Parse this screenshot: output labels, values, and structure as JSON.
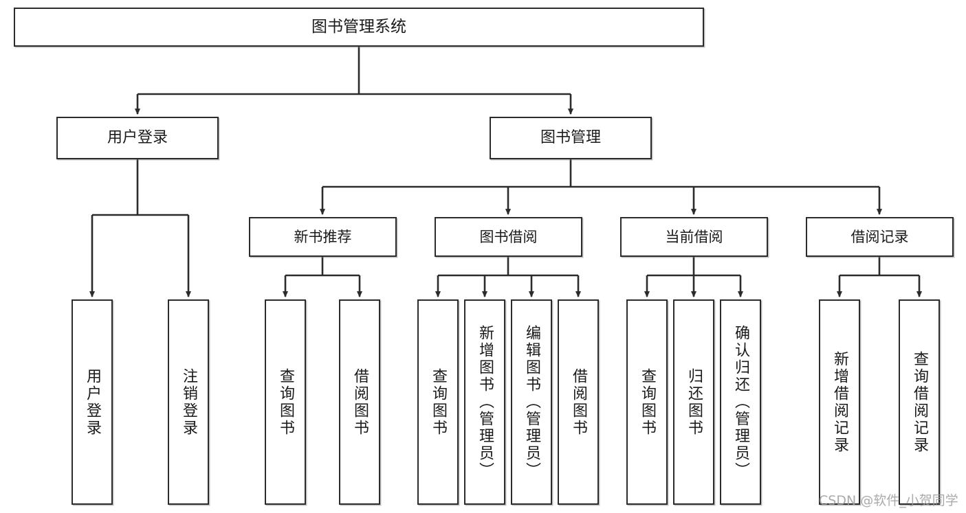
{
  "diagram": {
    "type": "tree-hierarchy",
    "title": "图书管理系统",
    "watermark": "CSDN @软件_小贺同学",
    "colors": {
      "box_border": "#2b2b2b",
      "box_fill": "#ffffff",
      "connector": "#2b2b2b",
      "text": "#1a1a1a",
      "background": "#ffffff",
      "watermark": "#9c9c9c"
    },
    "root": {
      "id": "root",
      "label": "图书管理系统",
      "level": 0
    },
    "level1": [
      {
        "id": "user-login",
        "label": "用户登录",
        "level": 1
      },
      {
        "id": "book-management",
        "label": "图书管理",
        "level": 1
      }
    ],
    "level2": [
      {
        "id": "new-book-recommend",
        "label": "新书推荐",
        "level": 2,
        "parent": "book-management"
      },
      {
        "id": "book-borrow",
        "label": "图书借阅",
        "level": 2,
        "parent": "book-management"
      },
      {
        "id": "current-borrow",
        "label": "当前借阅",
        "level": 2,
        "parent": "book-management"
      },
      {
        "id": "borrow-record",
        "label": "借阅记录",
        "level": 2,
        "parent": "book-management"
      }
    ],
    "leaves": [
      {
        "id": "leaf-user-login",
        "label": "用户登录",
        "parent": "user-login"
      },
      {
        "id": "leaf-logout-login",
        "label": "注销登录",
        "parent": "user-login"
      },
      {
        "id": "leaf-query-book-1",
        "label": "查询图书",
        "parent": "new-book-recommend"
      },
      {
        "id": "leaf-borrow-book-1",
        "label": "借阅图书",
        "parent": "new-book-recommend"
      },
      {
        "id": "leaf-query-book-2",
        "label": "查询图书",
        "parent": "book-borrow"
      },
      {
        "id": "leaf-add-book",
        "label": "新增图书（管理员）",
        "parent": "book-borrow"
      },
      {
        "id": "leaf-edit-book",
        "label": "编辑图书（管理员）",
        "parent": "book-borrow"
      },
      {
        "id": "leaf-borrow-book-2",
        "label": "借阅图书",
        "parent": "book-borrow"
      },
      {
        "id": "leaf-query-book-3",
        "label": "查询图书",
        "parent": "current-borrow"
      },
      {
        "id": "leaf-return-book",
        "label": "归还图书",
        "parent": "current-borrow"
      },
      {
        "id": "leaf-confirm-return",
        "label": "确认归还（管理员）",
        "parent": "current-borrow"
      },
      {
        "id": "leaf-add-record",
        "label": "新增借阅记录",
        "parent": "borrow-record"
      },
      {
        "id": "leaf-query-record",
        "label": "查询借阅记录",
        "parent": "borrow-record"
      }
    ]
  }
}
